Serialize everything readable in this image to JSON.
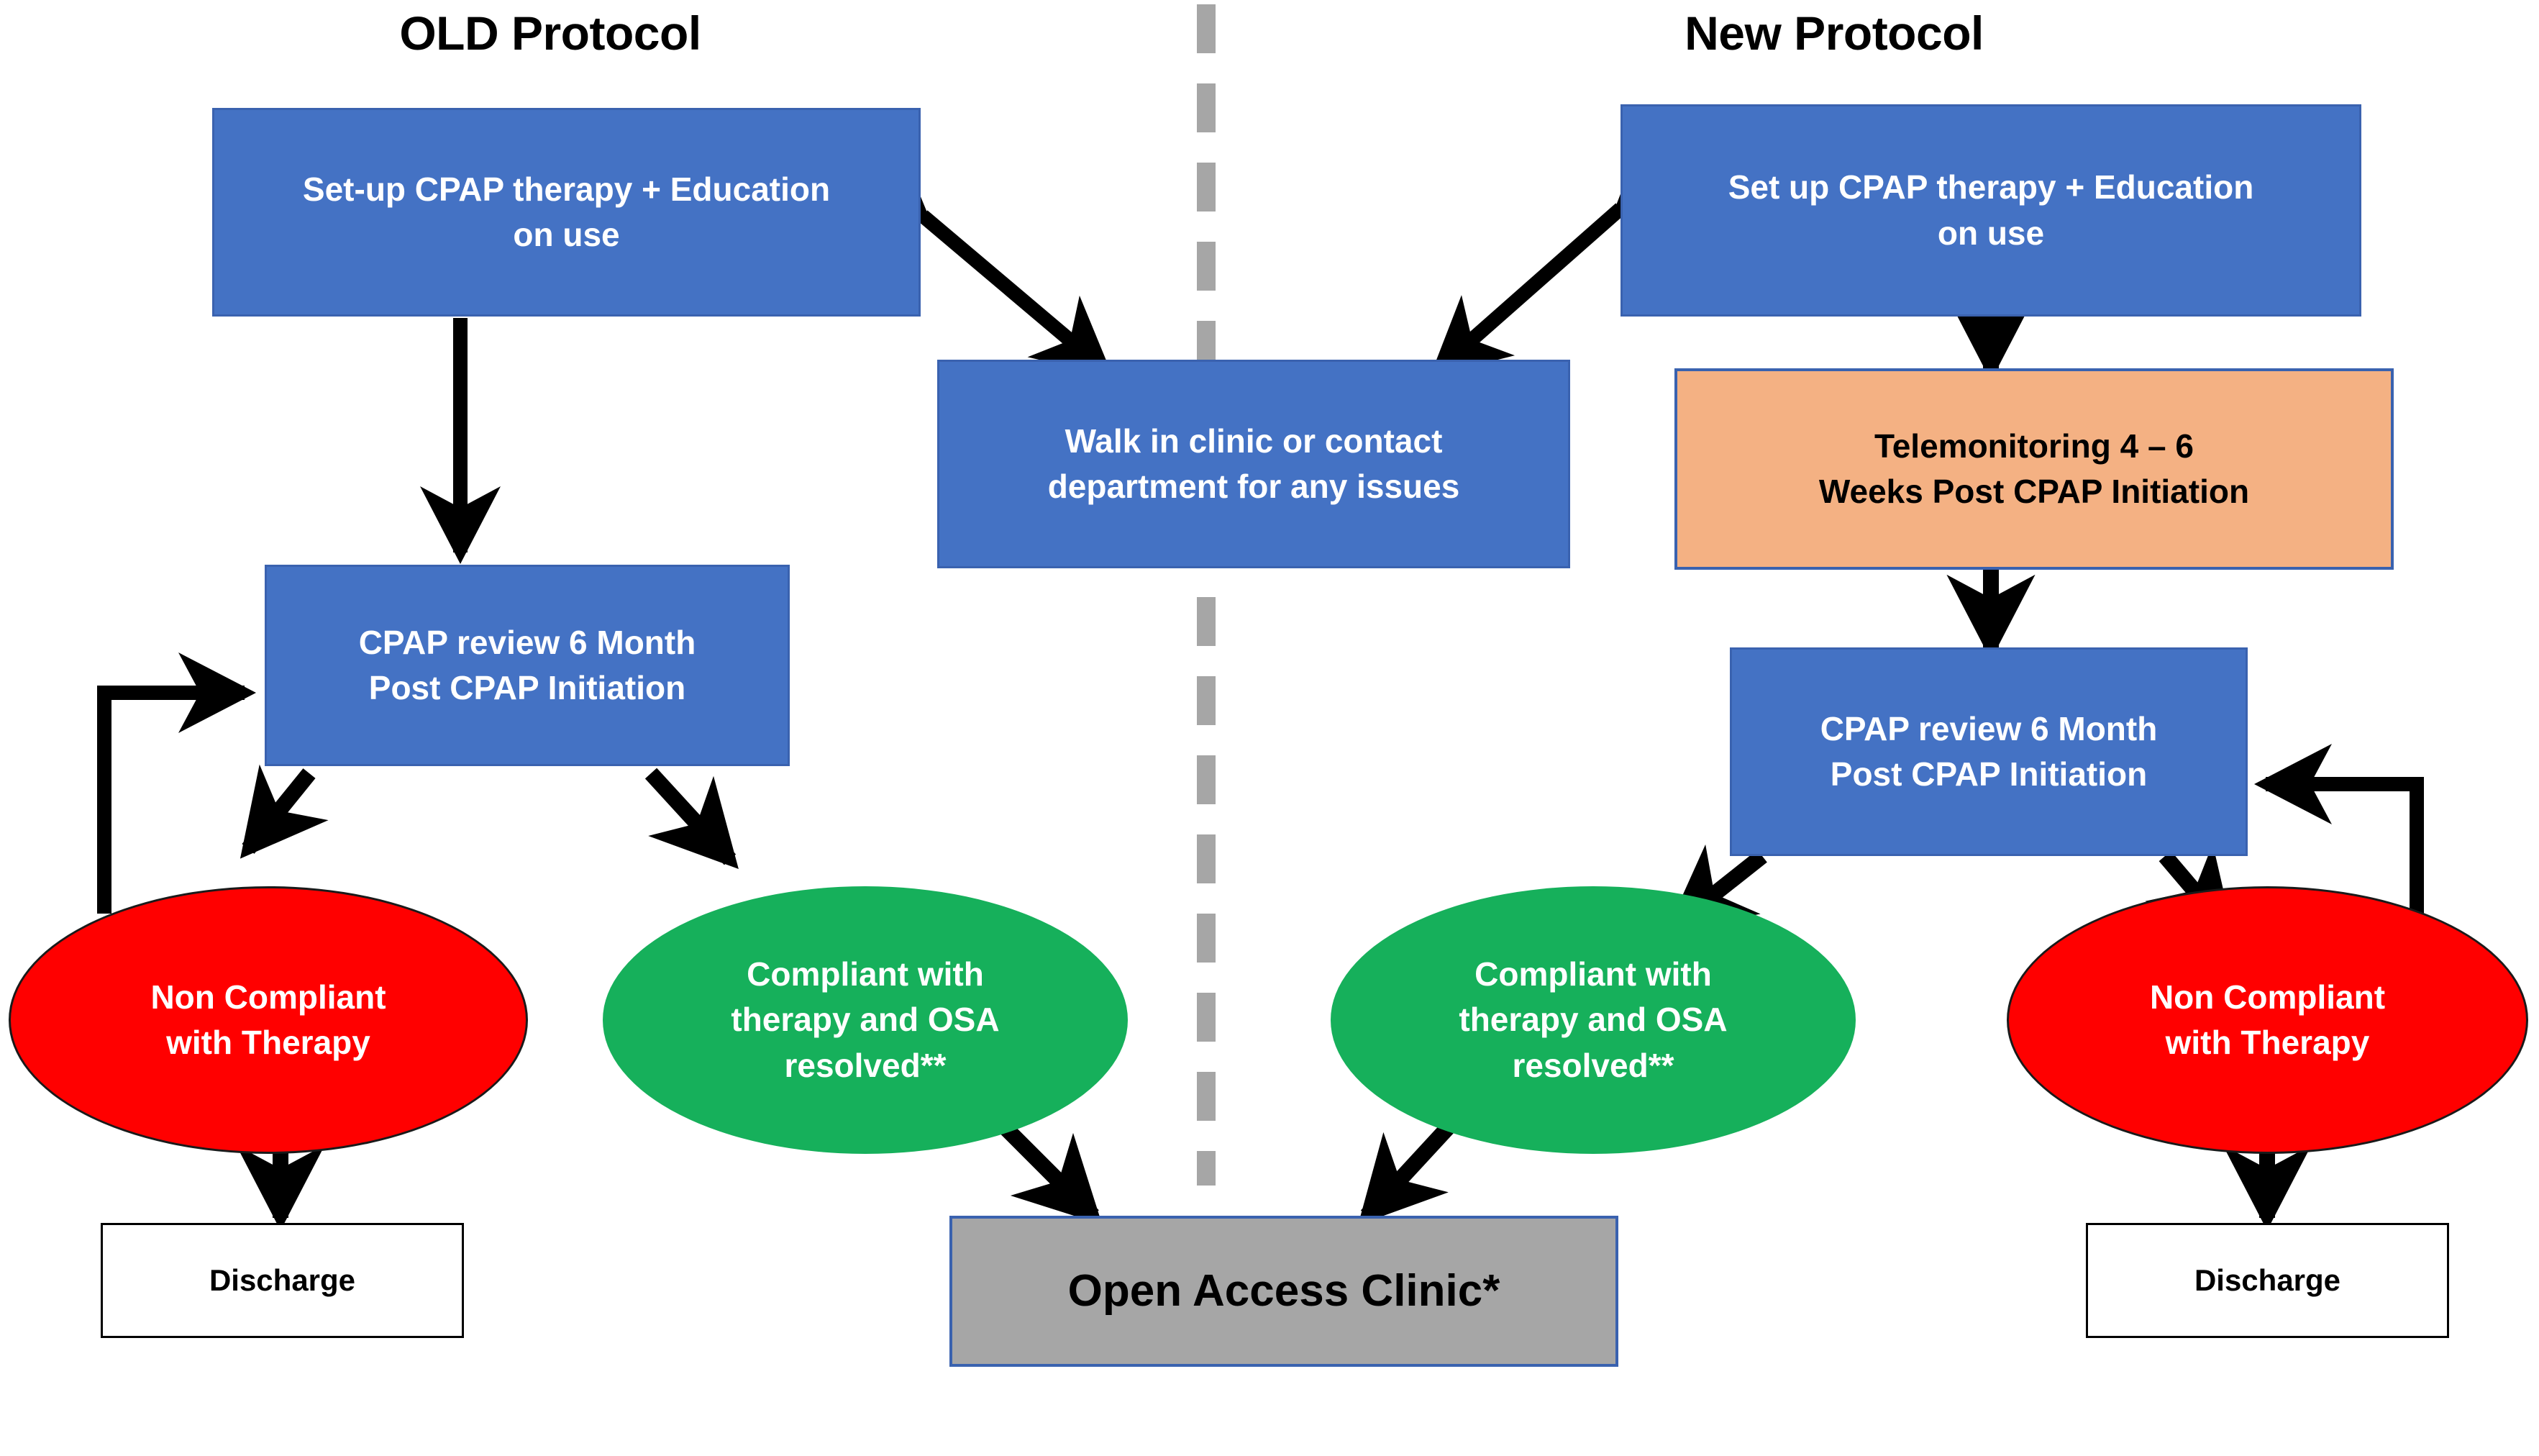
{
  "figure": {
    "type": "flowchart",
    "description": "Comparison of OLD vs New CPAP care pathway protocols"
  },
  "columns": [
    {
      "id": "old",
      "heading": "OLD Protocol"
    },
    {
      "id": "new",
      "heading": "New Protocol"
    }
  ],
  "nodes": {
    "old_setup": {
      "label": "Set-up CPAP therapy + Education\non use",
      "shape": "rectangle",
      "fill": "#4472C4",
      "text_color": "#FFFFFF"
    },
    "new_setup": {
      "label": "Set up CPAP therapy + Education\non use",
      "shape": "rectangle",
      "fill": "#4472C4",
      "text_color": "#FFFFFF"
    },
    "walkin": {
      "label": "Walk in clinic or contact\ndepartment for any issues",
      "shape": "rectangle",
      "fill": "#4472C4",
      "text_color": "#FFFFFF"
    },
    "telemonitoring": {
      "label": "Telemonitoring 4 – 6\nWeeks Post CPAP Initiation",
      "shape": "rectangle",
      "fill": "#F4B183",
      "text_color": "#000000"
    },
    "old_review": {
      "label": "CPAP review 6 Month\nPost CPAP Initiation",
      "shape": "rectangle",
      "fill": "#4472C4",
      "text_color": "#FFFFFF"
    },
    "new_review": {
      "label": "CPAP review 6 Month\nPost CPAP Initiation",
      "shape": "rectangle",
      "fill": "#4472C4",
      "text_color": "#FFFFFF"
    },
    "old_noncompliant": {
      "label": "Non Compliant\nwith Therapy",
      "shape": "ellipse",
      "fill": "#FF0000",
      "text_color": "#FFFFFF"
    },
    "old_compliant": {
      "label": "Compliant with\ntherapy and OSA\nresolved**",
      "shape": "ellipse",
      "fill": "#16B05B",
      "text_color": "#FFFFFF"
    },
    "new_compliant": {
      "label": "Compliant with\ntherapy and OSA\nresolved**",
      "shape": "ellipse",
      "fill": "#16B05B",
      "text_color": "#FFFFFF"
    },
    "new_noncompliant": {
      "label": "Non Compliant\nwith Therapy",
      "shape": "ellipse",
      "fill": "#FF0000",
      "text_color": "#FFFFFF"
    },
    "old_discharge": {
      "label": "Discharge",
      "shape": "rectangle",
      "fill": "#FFFFFF",
      "text_color": "#000000"
    },
    "new_discharge": {
      "label": "Discharge",
      "shape": "rectangle",
      "fill": "#FFFFFF",
      "text_color": "#000000"
    },
    "open_access": {
      "label": "Open Access Clinic*",
      "shape": "rectangle",
      "fill": "#A6A6A6",
      "text_color": "#000000"
    }
  },
  "edges": [
    {
      "from": "old_setup",
      "to": "old_review",
      "style": "solid-arrow"
    },
    {
      "from": "old_setup",
      "to": "walkin",
      "style": "double-arrow"
    },
    {
      "from": "new_setup",
      "to": "walkin",
      "style": "double-arrow"
    },
    {
      "from": "new_setup",
      "to": "telemonitoring",
      "style": "solid-arrow"
    },
    {
      "from": "telemonitoring",
      "to": "new_review",
      "style": "solid-arrow"
    },
    {
      "from": "old_review",
      "to": "old_noncompliant",
      "style": "solid-arrow"
    },
    {
      "from": "old_review",
      "to": "old_compliant",
      "style": "solid-arrow"
    },
    {
      "from": "new_review",
      "to": "new_compliant",
      "style": "solid-arrow"
    },
    {
      "from": "new_review",
      "to": "new_noncompliant",
      "style": "solid-arrow"
    },
    {
      "from": "old_noncompliant",
      "to": "old_review",
      "style": "elbow-arrow-left"
    },
    {
      "from": "new_noncompliant",
      "to": "new_review",
      "style": "elbow-arrow-right"
    },
    {
      "from": "old_noncompliant",
      "to": "old_discharge",
      "style": "solid-arrow"
    },
    {
      "from": "new_noncompliant",
      "to": "new_discharge",
      "style": "solid-arrow"
    },
    {
      "from": "old_compliant",
      "to": "open_access",
      "style": "solid-arrow"
    },
    {
      "from": "new_compliant",
      "to": "open_access",
      "style": "solid-arrow"
    }
  ],
  "divider": {
    "style": "dashed-vertical",
    "color": "#A6A6A6"
  },
  "colors": {
    "blue": "#4472C4",
    "blue_border": "#3A62AF",
    "orange": "#F4B183",
    "red": "#FF0000",
    "green": "#16B05B",
    "gray": "#A6A6A6",
    "arrow": "#000000",
    "white": "#FFFFFF",
    "black": "#000000"
  }
}
